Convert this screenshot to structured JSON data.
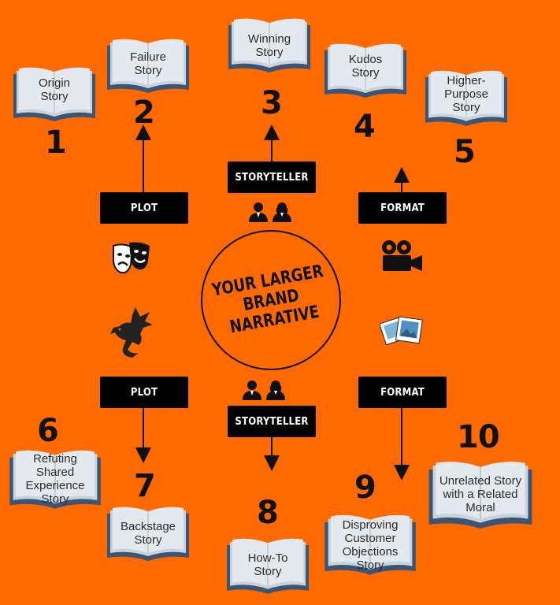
{
  "center": {
    "title": "YOUR LARGER\nBRAND\nNARRATIVE"
  },
  "stories": [
    {
      "number": "1",
      "label": "Origin\nStory"
    },
    {
      "number": "2",
      "label": "Failure\nStory"
    },
    {
      "number": "3",
      "label": "Winning\nStory"
    },
    {
      "number": "4",
      "label": "Kudos\nStory"
    },
    {
      "number": "5",
      "label": "Higher-\nPurpose\nStory"
    },
    {
      "number": "6",
      "label": "Refuting\nShared\nExperience\nStory"
    },
    {
      "number": "7",
      "label": "Backstage\nStory"
    },
    {
      "number": "8",
      "label": "How-To\nStory"
    },
    {
      "number": "9",
      "label": "Disproving\nCustomer\nObjections\nStory"
    },
    {
      "number": "10",
      "label": "Unrelated Story\nwith a Related\nMoral"
    }
  ],
  "tags": {
    "plot_top": "PLOT",
    "storyteller_top": "STORYTELLER",
    "format_top": "FORMAT",
    "plot_bottom": "PLOT",
    "storyteller_bottom": "STORYTELLER",
    "format_bottom": "FORMAT"
  },
  "icons": {
    "plot": [
      "theater-masks-icon",
      "dragon-icon"
    ],
    "storyteller": [
      "people-icon"
    ],
    "format": [
      "video-camera-icon",
      "photos-icon"
    ]
  },
  "colors": {
    "background": "#FF6A00",
    "book_cover": "#3B5675",
    "book_page": "#E1E7EC",
    "tag_bg": "#000000"
  }
}
